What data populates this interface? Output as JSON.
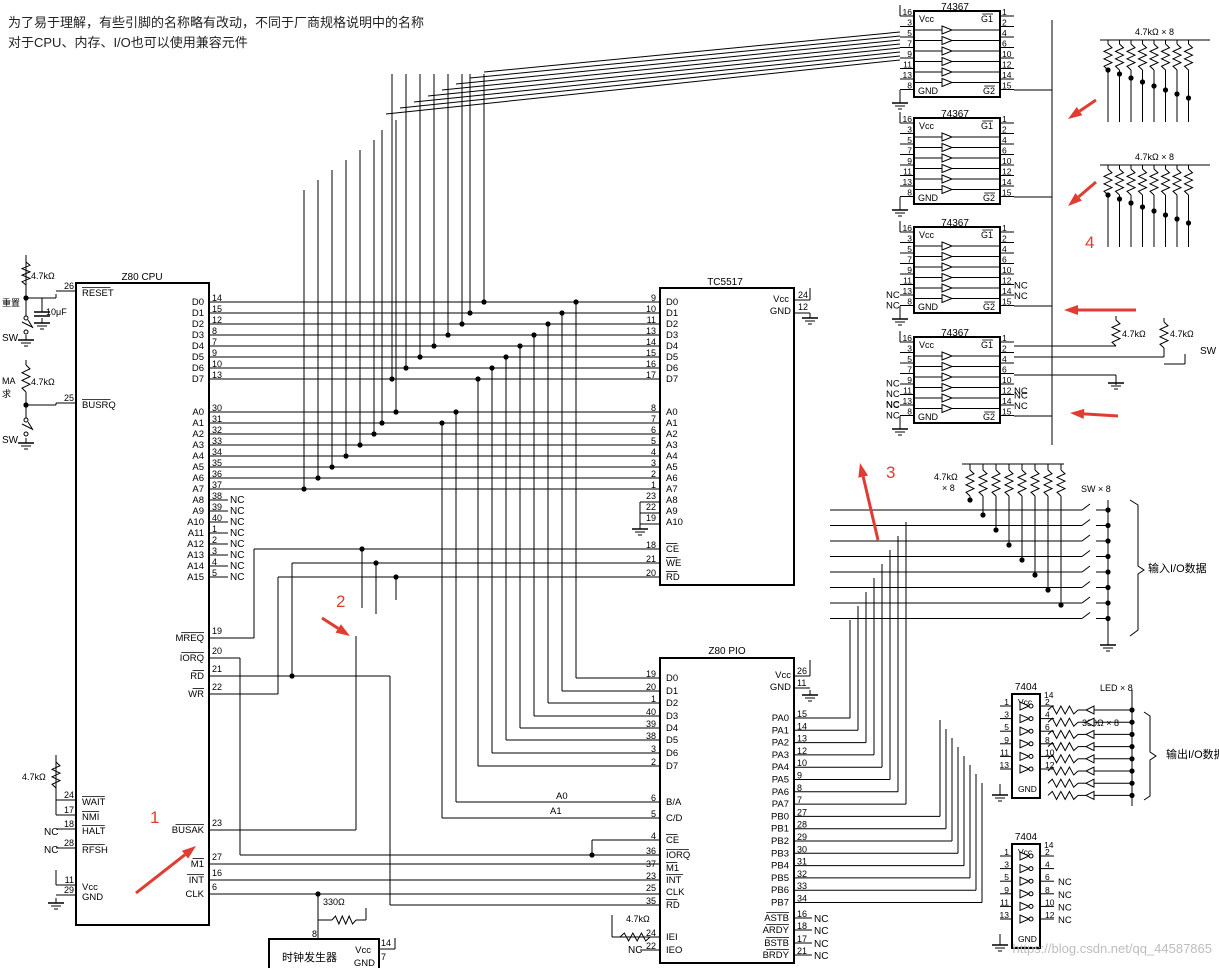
{
  "notes": {
    "line1": "为了易于理解，有些引脚的名称略有改动，不同于厂商规格说明中的名称",
    "line2": "对于CPU、内存、I/O也可以使用兼容元件"
  },
  "cpu": {
    "title": "Z80 CPU",
    "left": [
      {
        "n": "26",
        "l": "RESET",
        "bar": true
      },
      {
        "n": "25",
        "l": "BUSRQ",
        "bar": true
      },
      {
        "n": "24",
        "l": "WAIT",
        "bar": true
      },
      {
        "n": "17",
        "l": "NMI",
        "bar": true
      },
      {
        "n": "18",
        "l": "HALT",
        "bar": true
      },
      {
        "n": "28",
        "l": "RFSH",
        "bar": true
      },
      {
        "n": "11",
        "l": "Vcc",
        "bar": false
      },
      {
        "n": "29",
        "l": "GND",
        "bar": false
      }
    ],
    "data": [
      {
        "n": "14",
        "l": "D0"
      },
      {
        "n": "15",
        "l": "D1"
      },
      {
        "n": "12",
        "l": "D2"
      },
      {
        "n": "8",
        "l": "D3"
      },
      {
        "n": "7",
        "l": "D4"
      },
      {
        "n": "9",
        "l": "D5"
      },
      {
        "n": "10",
        "l": "D6"
      },
      {
        "n": "13",
        "l": "D7"
      }
    ],
    "addr": [
      {
        "n": "30",
        "l": "A0"
      },
      {
        "n": "31",
        "l": "A1"
      },
      {
        "n": "32",
        "l": "A2"
      },
      {
        "n": "33",
        "l": "A3"
      },
      {
        "n": "34",
        "l": "A4"
      },
      {
        "n": "35",
        "l": "A5"
      },
      {
        "n": "36",
        "l": "A6"
      },
      {
        "n": "37",
        "l": "A7"
      },
      {
        "n": "38",
        "l": "A8"
      },
      {
        "n": "39",
        "l": "A9"
      },
      {
        "n": "40",
        "l": "A10"
      },
      {
        "n": "1",
        "l": "A11"
      },
      {
        "n": "2",
        "l": "A12"
      },
      {
        "n": "3",
        "l": "A13"
      },
      {
        "n": "4",
        "l": "A14"
      },
      {
        "n": "5",
        "l": "A15"
      }
    ],
    "ctrl": [
      {
        "n": "19",
        "l": "MREQ"
      },
      {
        "n": "20",
        "l": "IORQ"
      },
      {
        "n": "21",
        "l": "RD"
      },
      {
        "n": "22",
        "l": "WR"
      },
      {
        "n": "23",
        "l": "BUSAK"
      },
      {
        "n": "27",
        "l": "M1"
      },
      {
        "n": "16",
        "l": "INT"
      },
      {
        "n": "6",
        "l": "CLK"
      }
    ]
  },
  "left_parts": {
    "res1": "4.7kΩ",
    "reset_label": "重置",
    "cap": "10μF",
    "sw1": "SW",
    "dma_label": "MA",
    "dma_label2": "求",
    "res2": "4.7kΩ",
    "sw2": "SW",
    "res3": "4.7kΩ",
    "nc1": "NC",
    "nc2": "NC"
  },
  "ram": {
    "title": "TC5517",
    "vcc": "Vcc",
    "gnd": "GND",
    "vcc_n": "24",
    "gnd_n": "12",
    "data": [
      {
        "n": "9",
        "l": "D0"
      },
      {
        "n": "10",
        "l": "D1"
      },
      {
        "n": "11",
        "l": "D2"
      },
      {
        "n": "13",
        "l": "D3"
      },
      {
        "n": "14",
        "l": "D4"
      },
      {
        "n": "15",
        "l": "D5"
      },
      {
        "n": "16",
        "l": "D6"
      },
      {
        "n": "17",
        "l": "D7"
      }
    ],
    "addr": [
      {
        "n": "8",
        "l": "A0"
      },
      {
        "n": "7",
        "l": "A1"
      },
      {
        "n": "6",
        "l": "A2"
      },
      {
        "n": "5",
        "l": "A3"
      },
      {
        "n": "4",
        "l": "A4"
      },
      {
        "n": "3",
        "l": "A5"
      },
      {
        "n": "2",
        "l": "A6"
      },
      {
        "n": "1",
        "l": "A7"
      },
      {
        "n": "23",
        "l": "A8"
      },
      {
        "n": "22",
        "l": "A9"
      },
      {
        "n": "19",
        "l": "A10"
      }
    ],
    "ctrl": [
      {
        "n": "18",
        "l": "CE"
      },
      {
        "n": "21",
        "l": "WE"
      },
      {
        "n": "20",
        "l": "RD"
      }
    ]
  },
  "pio": {
    "title": "Z80 PIO",
    "vcc": "Vcc",
    "gnd": "GND",
    "vcc_n": "26",
    "gnd_n": "11",
    "data": [
      {
        "n": "19",
        "l": "D0"
      },
      {
        "n": "20",
        "l": "D1"
      },
      {
        "n": "1",
        "l": "D2"
      },
      {
        "n": "40",
        "l": "D3"
      },
      {
        "n": "39",
        "l": "D4"
      },
      {
        "n": "38",
        "l": "D5"
      },
      {
        "n": "3",
        "l": "D6"
      },
      {
        "n": "2",
        "l": "D7"
      }
    ],
    "left_ctrl": [
      {
        "n": "6",
        "l": "B/A"
      },
      {
        "n": "5",
        "l": "C/D"
      },
      {
        "n": "4",
        "l": "CE"
      },
      {
        "n": "36",
        "l": "IORQ"
      },
      {
        "n": "37",
        "l": "M1"
      },
      {
        "n": "23",
        "l": "INT"
      },
      {
        "n": "25",
        "l": "CLK"
      },
      {
        "n": "35",
        "l": "RD"
      },
      {
        "n": "24",
        "l": "IEI"
      },
      {
        "n": "22",
        "l": "IEO"
      }
    ],
    "bus_a0": "A0",
    "bus_a1": "A1",
    "ports": [
      {
        "n": "15",
        "l": "PA0"
      },
      {
        "n": "14",
        "l": "PA1"
      },
      {
        "n": "13",
        "l": "PA2"
      },
      {
        "n": "12",
        "l": "PA3"
      },
      {
        "n": "10",
        "l": "PA4"
      },
      {
        "n": "9",
        "l": "PA5"
      },
      {
        "n": "8",
        "l": "PA6"
      },
      {
        "n": "7",
        "l": "PA7"
      },
      {
        "n": "27",
        "l": "PB0"
      },
      {
        "n": "28",
        "l": "PB1"
      },
      {
        "n": "29",
        "l": "PB2"
      },
      {
        "n": "30",
        "l": "PB3"
      },
      {
        "n": "31",
        "l": "PB4"
      },
      {
        "n": "32",
        "l": "PB5"
      },
      {
        "n": "33",
        "l": "PB6"
      },
      {
        "n": "34",
        "l": "PB7"
      },
      {
        "n": "16",
        "l": "ASTB"
      },
      {
        "n": "18",
        "l": "ARDY"
      },
      {
        "n": "17",
        "l": "BSTB"
      },
      {
        "n": "21",
        "l": "BRDY"
      }
    ],
    "iei_res": "4.7kΩ",
    "ieo_nc": "NC"
  },
  "clock": {
    "title": "时钟发生器",
    "vcc": "Vcc",
    "gnd": "GND",
    "res": "330Ω",
    "n8": "8",
    "n14": "14",
    "n7": "7"
  },
  "buffers": {
    "title": "74367",
    "vcc": "Vcc",
    "gnd": "GND",
    "g1": "G1",
    "g2": "G2",
    "left_pins": [
      "16",
      "3",
      "5",
      "7",
      "9",
      "11",
      "13",
      "8"
    ],
    "right_pins": [
      "1",
      "2",
      "4",
      "6",
      "10",
      "12",
      "14",
      "15"
    ],
    "res_array_1": "4.7kΩ × 8",
    "res_array_2": "4.7kΩ × 8",
    "pull_res_1": "4.7kΩ",
    "pull_res_2": "4.7kΩ",
    "sw": "SW"
  },
  "inputs": {
    "res": "4.7kΩ",
    "res_x": "× 8",
    "sw": "SW × 8",
    "label": "输入I/O数据"
  },
  "outputs": {
    "title": "7404",
    "vcc": "Vcc",
    "gnd": "GND",
    "vcc_n": "14",
    "gnd_n": "7",
    "led": "LED × 8",
    "res": "330Ω × 8",
    "label": "输出I/O数据",
    "in_pins": [
      "1",
      "3",
      "5",
      "9",
      "11",
      "13"
    ],
    "out_pins": [
      "2",
      "4",
      "6",
      "8",
      "10",
      "12"
    ]
  },
  "nc": "NC",
  "markers": [
    "1",
    "2",
    "3",
    "4"
  ],
  "watermark": "https://blog.csdn.net/qq_44587865",
  "colors": {
    "marker": "#e03c31",
    "line": "#000000"
  }
}
